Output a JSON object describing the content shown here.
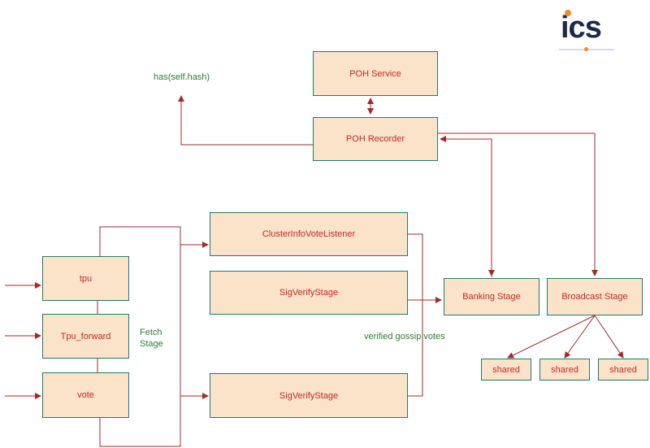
{
  "logo": {
    "text": "ics"
  },
  "nodes": {
    "poh_service": "POH Service",
    "poh_recorder": "POH Recorder",
    "cluster_info_vote_listener": "ClusterInfoVoteListener",
    "sigverify_stage_top": "SigVerifyStage",
    "sigverify_stage_bottom": "SigVerifyStage",
    "banking_stage": "Banking Stage",
    "broadcast_stage": "Broadcast Stage",
    "tpu": "tpu",
    "tpu_forward": "Tpu_forward",
    "vote": "vote",
    "shared_1": "shared",
    "shared_2": "shared",
    "shared_3": "shared"
  },
  "labels": {
    "has_self_hash": "has(self.hash)",
    "fetch_stage_line1": "Fetch",
    "fetch_stage_line2": "Stage",
    "verified_gossip_votes": "verified gossip votes"
  },
  "colors": {
    "box_fill": "#fae3c8",
    "box_border": "#1f7a6b",
    "box_text": "#c62828",
    "edge": "#a32a2a",
    "label_text": "#2e7d32",
    "logo_text": "#1b2a4a",
    "logo_accent": "#f28c1c"
  }
}
